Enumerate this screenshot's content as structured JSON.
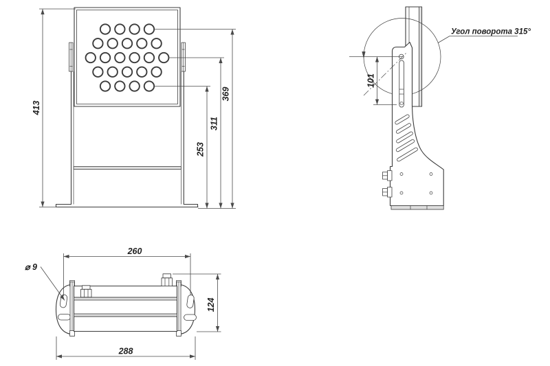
{
  "colors": {
    "line": "#3b3b3b",
    "dim": "#4a4a4a",
    "text": "#1f1f1f",
    "background": "#ffffff"
  },
  "front_view": {
    "overall_height": "413",
    "height_to_top_row": "369",
    "height_to_mid_row": "311",
    "height_to_bottom_row": "253",
    "led_rows": [
      4,
      5,
      6,
      5,
      4
    ],
    "led_count": 24
  },
  "side_view": {
    "pivot_height": "101",
    "rotation_label": "Угол поворота 315°"
  },
  "bottom_view": {
    "mount_hole_spacing": "260",
    "overall_width": "288",
    "overall_depth": "124",
    "hole_diameter": "⌀ 9"
  }
}
